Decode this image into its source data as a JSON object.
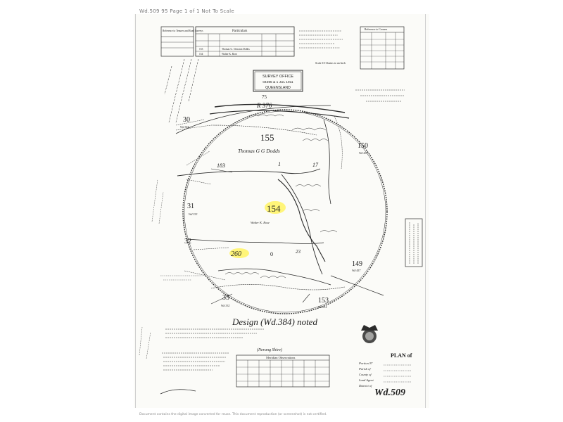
{
  "header": {
    "scan_text": "Wd.509 95  Page 1 of 1  Not To Scale"
  },
  "tables": {
    "reference_left_title": "Reference to Tenures and Road Surveys",
    "particulars_title": "Particulars",
    "particulars_rows": [
      {
        "portion": "153",
        "name": "Thomas G. Ormston Dobbs"
      },
      {
        "portion": "154",
        "name": "Walter K. Rose"
      }
    ],
    "reference_right_title": "Reference to Corners"
  },
  "stamp": {
    "line1": "SURVEY OFFICE",
    "line2": "04495 & 1 JUL 1911",
    "line3": "QUEENSLAND"
  },
  "scale": {
    "text": "Scale 10 Chains to an Inch"
  },
  "map": {
    "road_reserve": "R 376",
    "portion_top": "75",
    "portions": [
      {
        "id": "155",
        "owner": "Thomas G G Dodds"
      },
      {
        "id": "154",
        "owner": "Walter K. Rose"
      },
      {
        "id": "260",
        "owner": ""
      },
      {
        "id": "153",
        "owner": ""
      },
      {
        "id": "149",
        "owner": ""
      },
      {
        "id": "150",
        "owner": ""
      },
      {
        "id": "30",
        "owner": ""
      },
      {
        "id": "31",
        "owner": ""
      },
      {
        "id": "32",
        "owner": ""
      },
      {
        "id": "33",
        "owner": ""
      }
    ],
    "area_labels": {
      "a": "183",
      "b": "1",
      "c": "17",
      "d": "0",
      "e": "23"
    },
    "neighbour_refs": [
      "Wd 344",
      "Wd 433",
      "Wd 333",
      "Wd 457",
      "Wd 332",
      "Wd 514"
    ],
    "design_note": "Design (Wd.384) noted"
  },
  "footer_block": {
    "shire": "(Nerang Shire)",
    "meridian_title": "Meridian Observations",
    "plan_of": "PLAN of",
    "plan_fields": [
      "Portion Nº",
      "Parish of",
      "County of",
      "Land Agent",
      "District of"
    ],
    "plan_number": "Wd.509"
  },
  "page_footer": {
    "note": "Document contains the digital image converted for reuse. This document reproduction (or screenshot) is not certified."
  },
  "colors": {
    "ink": "#2b2b2b",
    "highlight": "#fff46a",
    "paper": "#fbfbf8"
  }
}
